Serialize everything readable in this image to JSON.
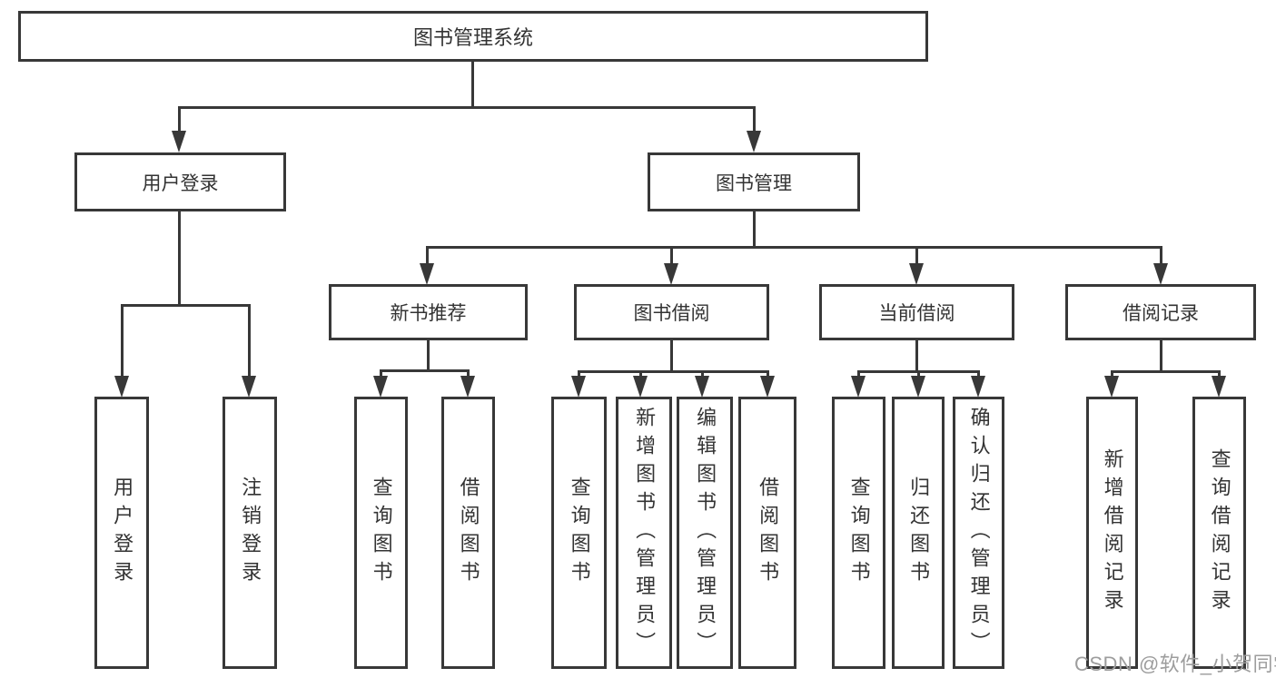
{
  "colors": {
    "line": "#383838",
    "box_border": "#383838",
    "text": "#333333",
    "watermark": "#9d9d9d",
    "background": "#ffffff"
  },
  "diagram": {
    "root": {
      "label": "图书管理系统"
    },
    "branches": [
      {
        "label": "用户登录",
        "children": [
          {
            "label": "用户登录"
          },
          {
            "label": "注销登录"
          }
        ]
      },
      {
        "label": "图书管理",
        "children": [
          {
            "label": "新书推荐",
            "children": [
              {
                "label": "查询图书"
              },
              {
                "label": "借阅图书"
              }
            ]
          },
          {
            "label": "图书借阅",
            "children": [
              {
                "label": "查询图书"
              },
              {
                "label": "新增图书（管理员）"
              },
              {
                "label": "编辑图书（管理员）"
              },
              {
                "label": "借阅图书"
              }
            ]
          },
          {
            "label": "当前借阅",
            "children": [
              {
                "label": "查询图书"
              },
              {
                "label": "归还图书"
              },
              {
                "label": "确认归还（管理员）"
              }
            ]
          },
          {
            "label": "借阅记录",
            "children": [
              {
                "label": "新增借阅记录"
              },
              {
                "label": "查询借阅记录"
              }
            ]
          }
        ]
      }
    ]
  },
  "watermark": {
    "text": "CSDN @软件_小贺同学"
  }
}
